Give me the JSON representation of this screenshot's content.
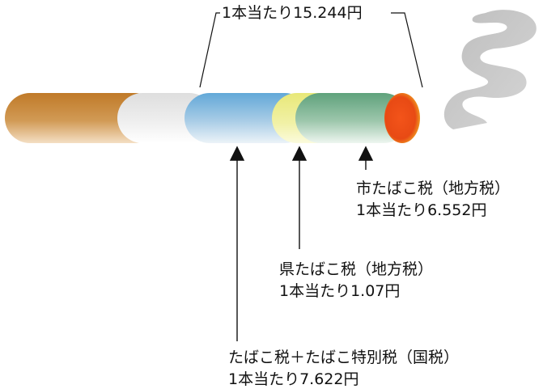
{
  "total": {
    "label": "1本当たり15.244円"
  },
  "annotations": {
    "city": {
      "title": "市たばこ税（地方税）",
      "amount": "1本当たり6.552円"
    },
    "prefecture": {
      "title": "県たばこ税（地方税）",
      "amount": "1本当たり1.07円"
    },
    "national": {
      "title": "たばこ税＋たばこ特別税（国税）",
      "amount": "1本当たり7.622円"
    }
  },
  "colors": {
    "filter": "#c98a3a",
    "paper": "#ececec",
    "national_segment": "#7ab4dc",
    "prefecture_segment": "#ecec90",
    "city_segment": "#6aa886",
    "ember": "#e8501a",
    "smoke": "#c4c4c4"
  }
}
